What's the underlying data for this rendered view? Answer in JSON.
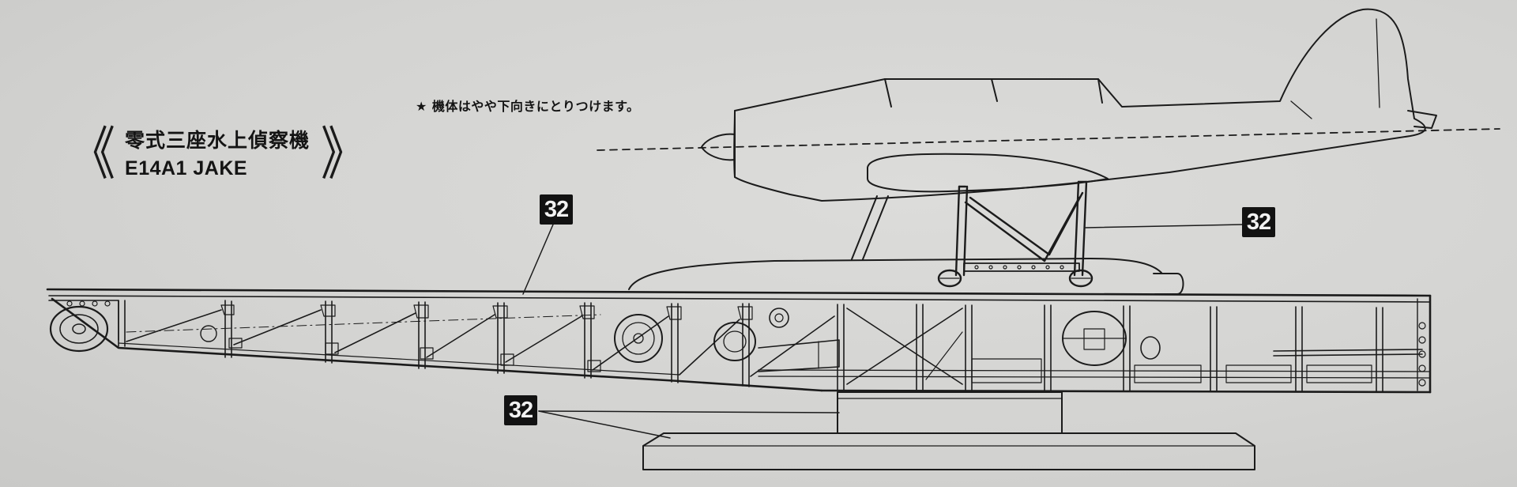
{
  "title": {
    "open_mark": "《",
    "japanese": "零式三座水上偵察機",
    "english": "E14A1 JAKE",
    "close_mark": "》"
  },
  "note": "★ 機体はやや下向きにとりつけます。",
  "callouts": [
    {
      "part_number": "32",
      "target": "catapult-rail"
    },
    {
      "part_number": "32",
      "target": "catapult-mount-frame"
    },
    {
      "part_number": "32",
      "target": "display-base"
    }
  ],
  "colors": {
    "paper": "#d6d6d4",
    "ink": "#141414",
    "badge": "#121212"
  }
}
